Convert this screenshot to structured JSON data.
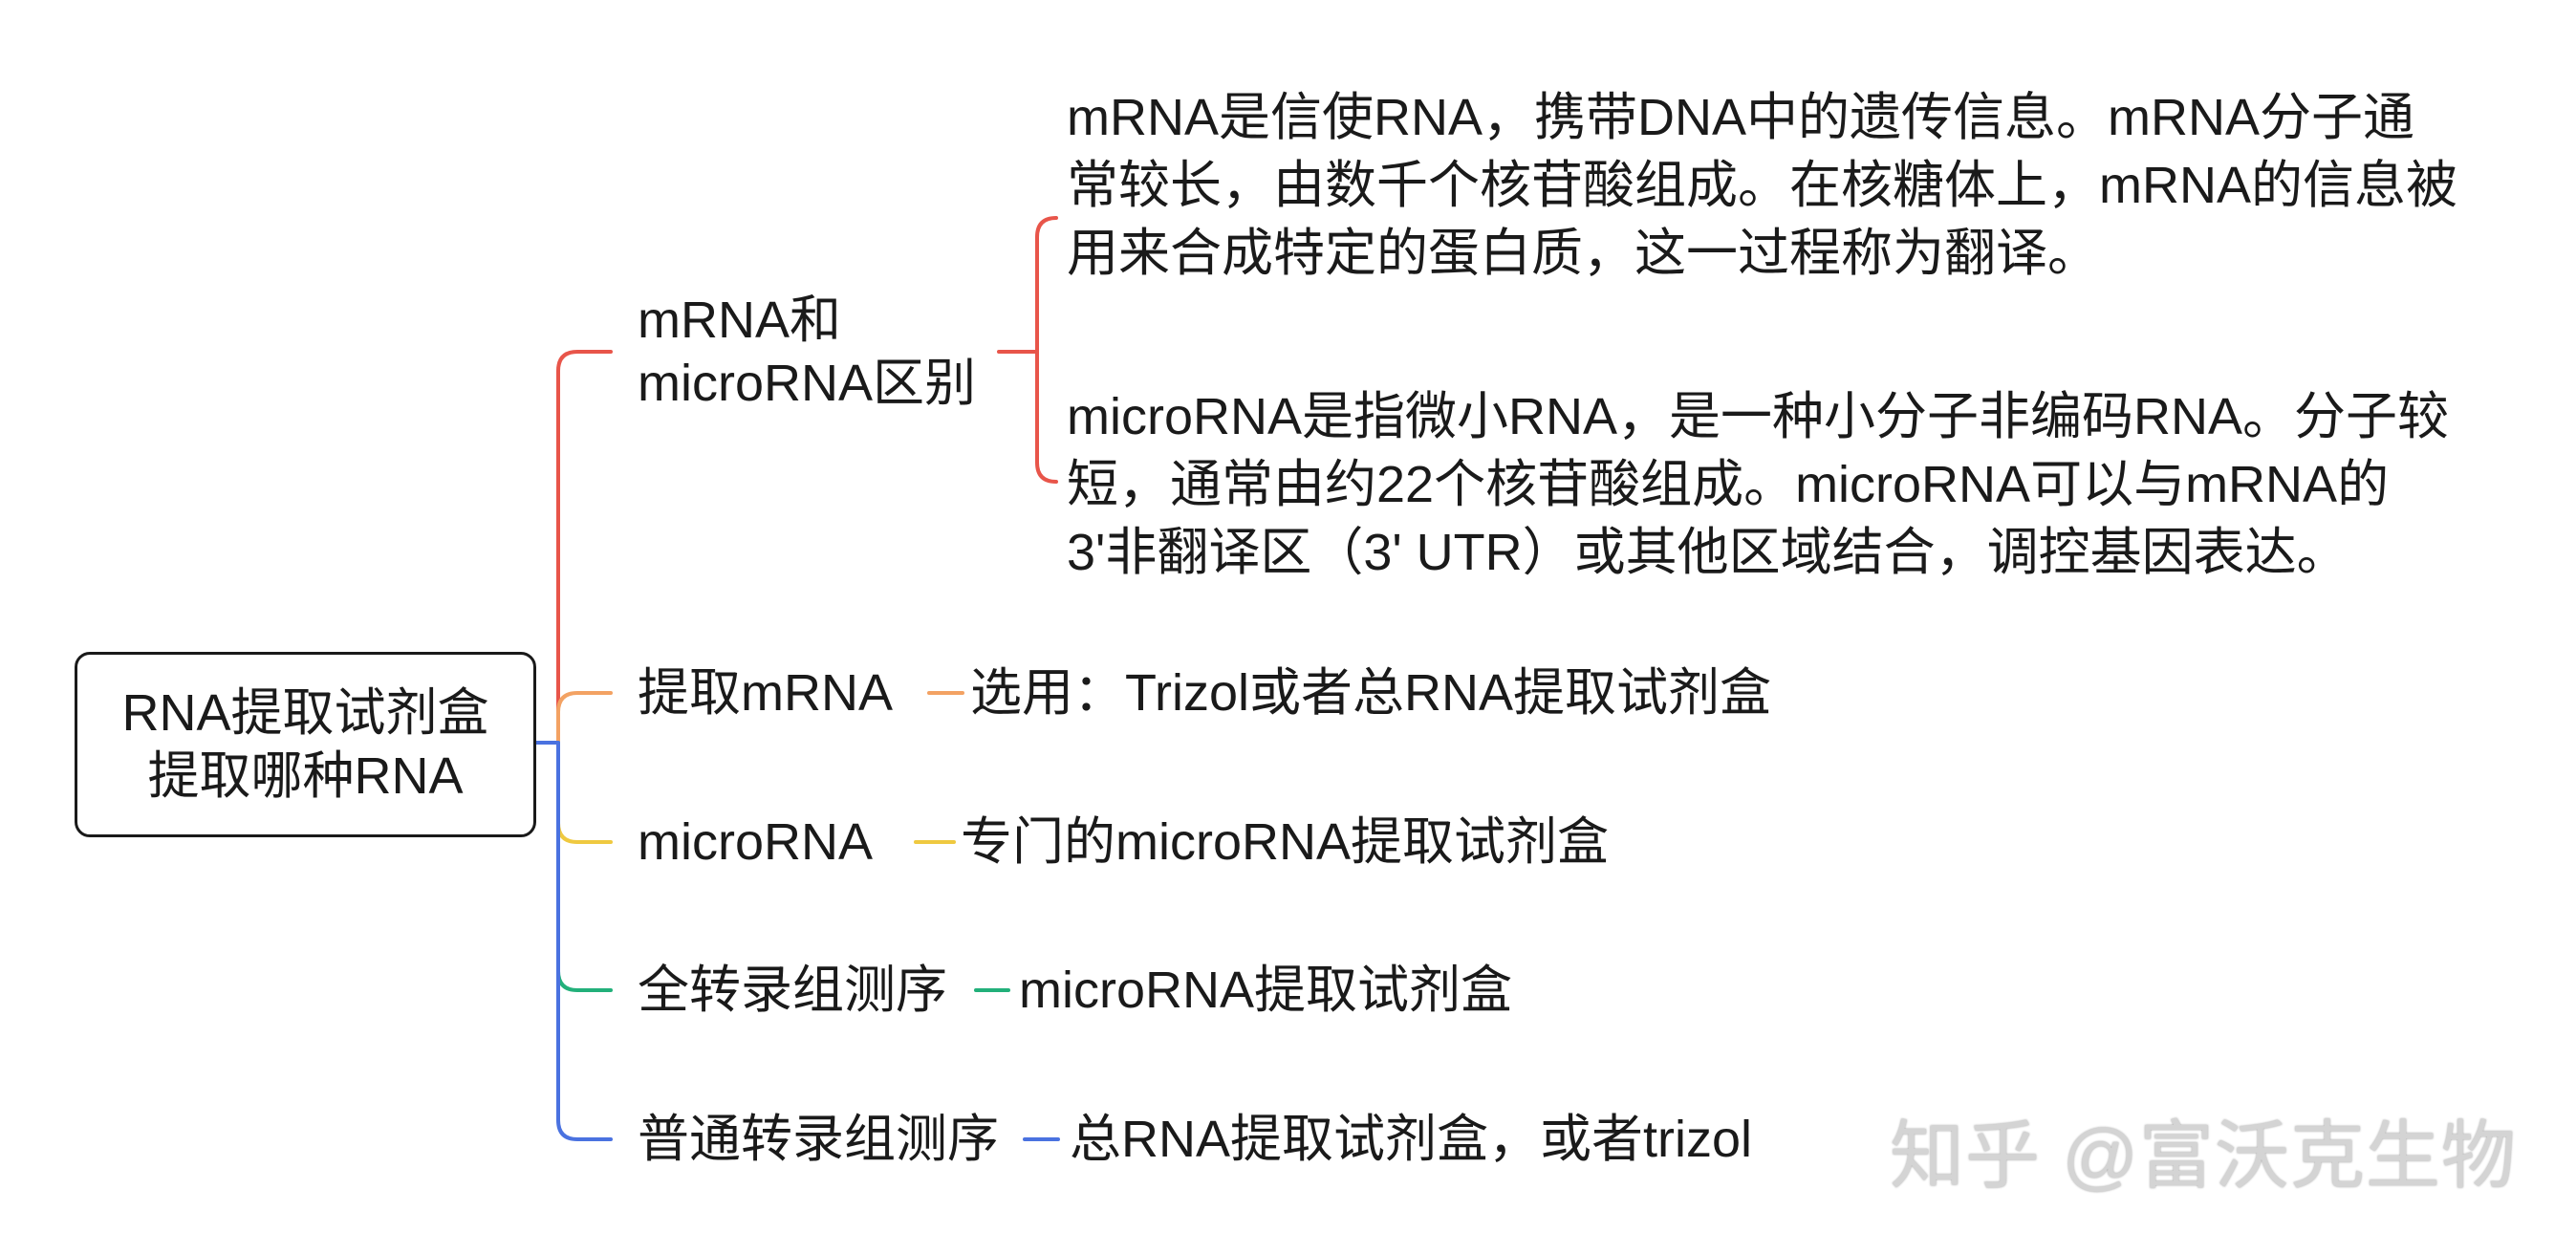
{
  "root": {
    "lines": [
      "RNA提取试剂盒",
      "提取哪种RNA"
    ]
  },
  "branches": [
    {
      "label_lines": [
        "mRNA和",
        "microRNA区别"
      ],
      "color": "#e8554a",
      "details": [
        {
          "lines": [
            "mRNA是信使RNA，携带DNA中的遗传信息。mRNA分子通",
            "常较长，由数千个核苷酸组成。在核糖体上，mRNA的信息被",
            "用来合成特定的蛋白质，这一过程称为翻译。"
          ]
        },
        {
          "lines": [
            "microRNA是指微小RNA，是一种小分子非编码RNA。分子较",
            "短，通常由约22个核苷酸组成。microRNA可以与mRNA的",
            "3'非翻译区（3' UTR）或其他区域结合，调控基因表达。"
          ]
        }
      ]
    },
    {
      "label": "提取mRNA",
      "color": "#f3a263",
      "detail": "选用：Trizol或者总RNA提取试剂盒"
    },
    {
      "label": "microRNA",
      "color": "#efc940",
      "detail": "专门的microRNA提取试剂盒"
    },
    {
      "label": "全转录组测序",
      "color": "#22b07a",
      "detail": "microRNA提取试剂盒"
    },
    {
      "label": "普通转录组测序",
      "color": "#4a72e0",
      "detail": "总RNA提取试剂盒，或者trizol"
    }
  ],
  "watermark": "知乎 @富沃克生物"
}
